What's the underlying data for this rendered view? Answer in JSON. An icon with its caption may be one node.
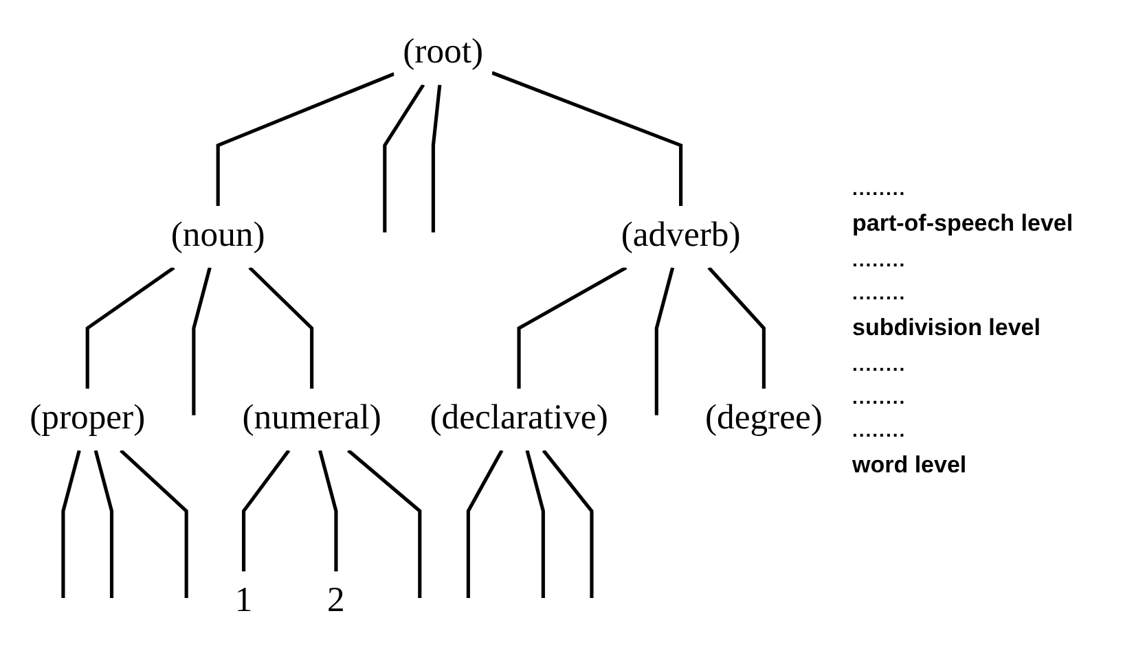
{
  "diagram": {
    "nodes": [
      {
        "text": [
          "(root)"
        ]
      },
      {
        "text": [
          "(noun)"
        ]
      },
      {
        "text": [
          "(adverb)"
        ]
      },
      {
        "text": [
          "(proper)"
        ]
      },
      {
        "text": [
          "(numeral)"
        ]
      },
      {
        "text": [
          "(declarative)"
        ]
      },
      {
        "text": [
          "(degree)"
        ]
      },
      {
        "text": [
          "1"
        ]
      },
      {
        "text": [
          "2"
        ]
      }
    ],
    "edges": [
      {
        "from": 0,
        "to": 1,
        "arrow": "none"
      },
      {
        "from": 0,
        "to": null,
        "arrow": "none"
      },
      {
        "from": 0,
        "to": null,
        "arrow": "none"
      },
      {
        "from": 0,
        "to": 2,
        "arrow": "none"
      },
      {
        "from": 1,
        "to": 3,
        "arrow": "none"
      },
      {
        "from": 1,
        "to": null,
        "arrow": "none"
      },
      {
        "from": 1,
        "to": 4,
        "arrow": "none"
      },
      {
        "from": 2,
        "to": 5,
        "arrow": "none"
      },
      {
        "from": 2,
        "to": null,
        "arrow": "none"
      },
      {
        "from": 2,
        "to": 6,
        "arrow": "none"
      },
      {
        "from": 3,
        "to": null,
        "arrow": "none"
      },
      {
        "from": 3,
        "to": null,
        "arrow": "none"
      },
      {
        "from": 3,
        "to": null,
        "arrow": "none"
      },
      {
        "from": 4,
        "to": 7,
        "arrow": "none"
      },
      {
        "from": 4,
        "to": 8,
        "arrow": "none"
      },
      {
        "from": 4,
        "to": null,
        "arrow": "none"
      },
      {
        "from": 5,
        "to": null,
        "arrow": "none"
      },
      {
        "from": 5,
        "to": null,
        "arrow": "none"
      },
      {
        "from": 5,
        "to": null,
        "arrow": "none"
      }
    ],
    "labels": [
      "........",
      "part-of-speech level",
      "........",
      "........",
      "subdivision level",
      "........",
      "........",
      "........",
      "word level"
    ]
  }
}
